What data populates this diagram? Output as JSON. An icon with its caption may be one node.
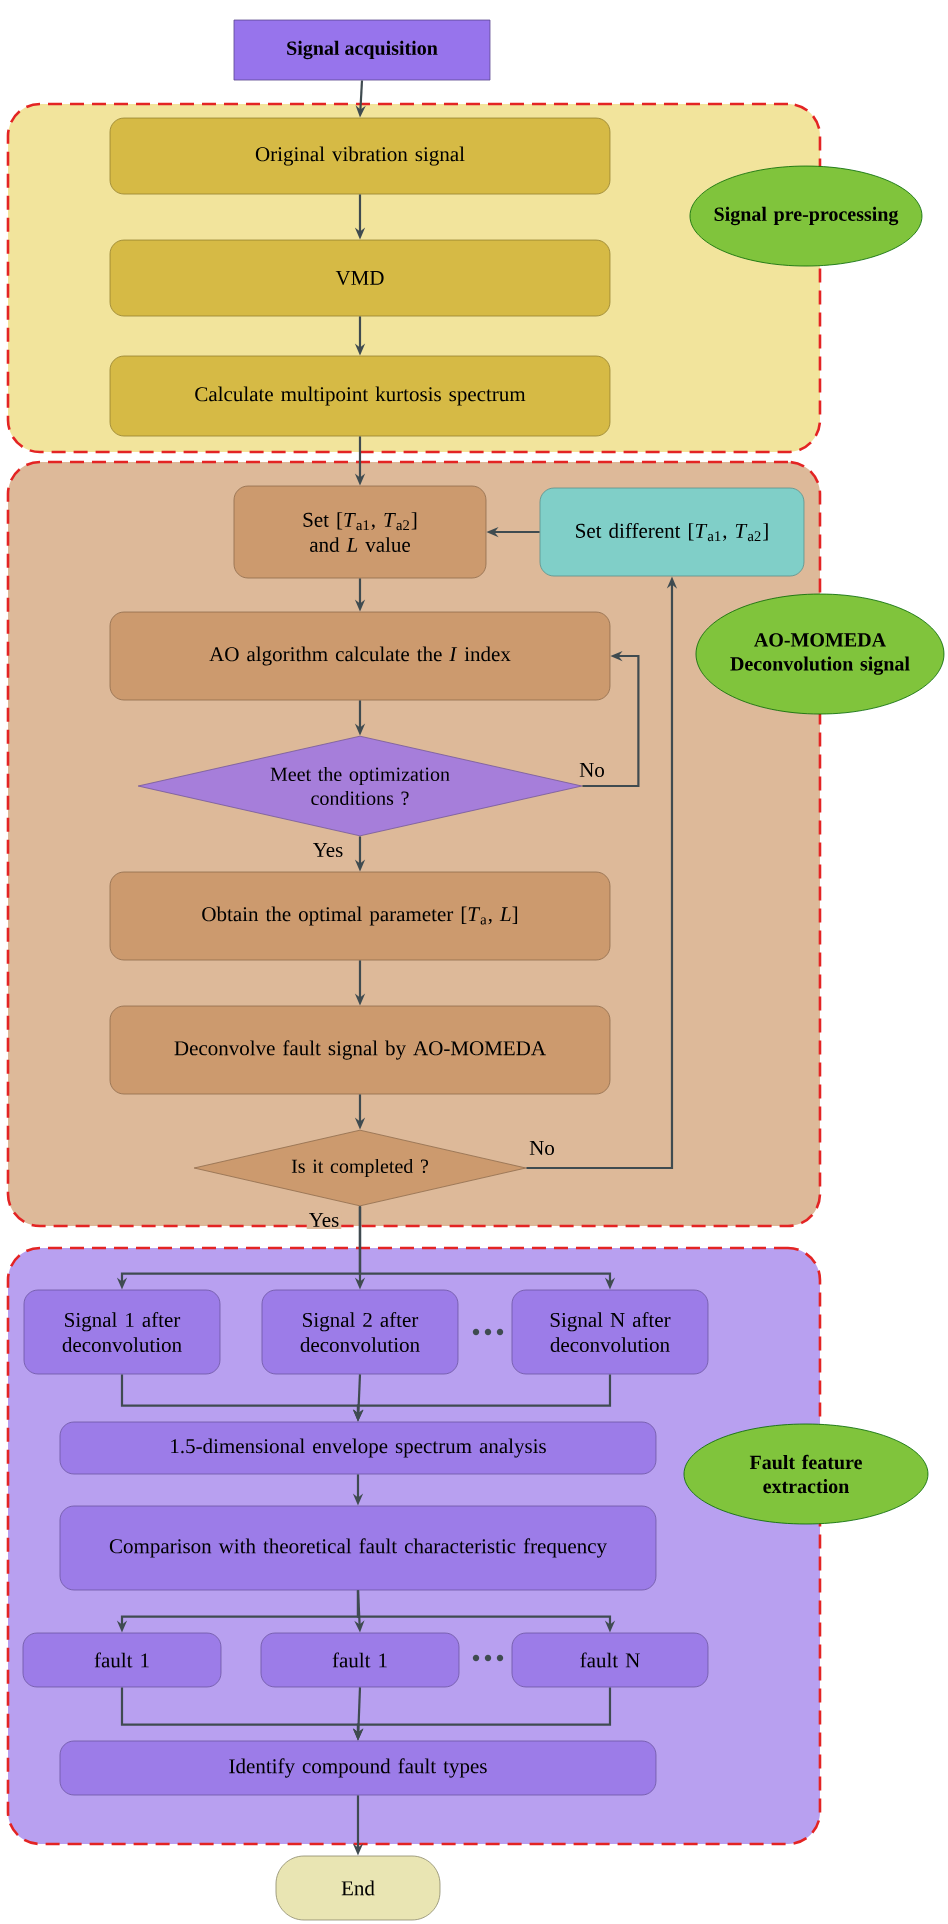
{
  "diagram": {
    "nodes": [
      {
        "text": [
          "Signal acquisition"
        ]
      },
      {
        "text": [],
        "shape": "box"
      },
      {
        "text": [
          "Original vibration signal"
        ],
        "in": 1
      },
      {
        "text": [
          "VMD"
        ],
        "in": 1
      },
      {
        "text": [
          "Calculate multipoint kurtosis spectrum"
        ],
        "in": 1
      },
      {
        "text": [
          "Signal pre-processing"
        ]
      },
      {
        "text": [],
        "shape": "box"
      },
      {
        "text": [
          "Set [*T*$_{a1}$, *T*$_{a2}$] and *L* value"
        ],
        "in": 6
      },
      {
        "text": [
          "Set different [*T*$_{a1}$, *T*$_{a2}$]"
        ],
        "in": 6
      },
      {
        "text": [
          "AO algorithm calculate the *I* index"
        ],
        "in": 6
      },
      {
        "text": [
          "Meet the optimization conditions ?"
        ],
        "in": 6
      },
      {
        "text": [
          "Obtain the optimal parameter [*T*$_{a}$, *L*]"
        ],
        "in": 6
      },
      {
        "text": [
          "Deconvolve fault signal by AO-MOMEDA"
        ],
        "in": 6
      },
      {
        "text": [
          "Is it completed ?"
        ],
        "in": 6
      },
      {
        "text": [
          "AO-MOMEDA Deconvolution signal"
        ]
      },
      {
        "text": [],
        "shape": "box"
      },
      {
        "text": [
          "Signal 1 after deconvolution"
        ],
        "in": 15
      },
      {
        "text": [
          "Signal 2 after deconvolution"
        ],
        "in": 15
      },
      {
        "text": [
          "Signal N after deconvolution"
        ],
        "in": 15
      },
      {
        "text": [
          "1.5-dimensional envelope spectrum analysis"
        ],
        "in": 15
      },
      {
        "text": [
          "Comparison with theoretical fault characteristic frequency"
        ],
        "in": 15
      },
      {
        "text": [
          "fault 1"
        ],
        "in": 15
      },
      {
        "text": [
          "fault 1"
        ],
        "in": 15
      },
      {
        "text": [
          "fault N"
        ],
        "in": 15
      },
      {
        "text": [
          "Identify compound fault types"
        ],
        "in": 15
      },
      {
        "text": [
          "Fault feature extraction"
        ]
      },
      {
        "text": [
          "End"
        ]
      }
    ],
    "edges": [
      {
        "from": 0,
        "to": 2,
        "arrow": "to"
      },
      {
        "from": 2,
        "to": 3,
        "arrow": "to"
      },
      {
        "from": 3,
        "to": 4,
        "arrow": "to"
      },
      {
        "from": 4,
        "to": 7,
        "arrow": "to"
      },
      {
        "from": 7,
        "to": 9,
        "arrow": "to"
      },
      {
        "from": 9,
        "to": 10,
        "arrow": "to"
      },
      {
        "from": 10,
        "to": 11,
        "arrow": "to",
        "label": "Yes"
      },
      {
        "from": 10,
        "to": 9,
        "arrow": "to",
        "label": "No"
      },
      {
        "from": 11,
        "to": 12,
        "arrow": "to"
      },
      {
        "from": 12,
        "to": 13,
        "arrow": "to"
      },
      {
        "from": 13,
        "to": 8,
        "arrow": "to",
        "label": "No"
      },
      {
        "from": 8,
        "to": 7,
        "arrow": "to"
      },
      {
        "from": 13,
        "to": 16,
        "arrow": "to"
      },
      {
        "from": 13,
        "to": 17,
        "arrow": "to",
        "label": "Yes"
      },
      {
        "from": 13,
        "to": 18,
        "arrow": "to"
      },
      {
        "from": 16,
        "to": 19,
        "arrow": "to"
      },
      {
        "from": 17,
        "to": 19,
        "arrow": "to"
      },
      {
        "from": 18,
        "to": 19,
        "arrow": "to"
      },
      {
        "from": 19,
        "to": 20,
        "arrow": "to"
      },
      {
        "from": 20,
        "to": 21,
        "arrow": "to"
      },
      {
        "from": 20,
        "to": 22,
        "arrow": "to"
      },
      {
        "from": 20,
        "to": 23,
        "arrow": "to"
      },
      {
        "from": 21,
        "to": 24,
        "arrow": "to"
      },
      {
        "from": 22,
        "to": 24,
        "arrow": "to"
      },
      {
        "from": 23,
        "to": 24,
        "arrow": "to"
      },
      {
        "from": 24,
        "to": 26,
        "arrow": "to"
      }
    ]
  }
}
